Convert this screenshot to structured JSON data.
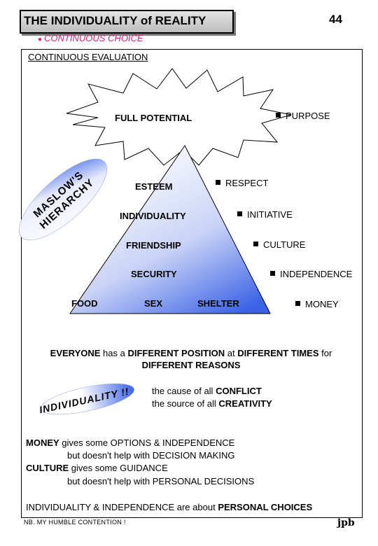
{
  "header": {
    "title": "THE INDIVIDUALITY of REALITY",
    "page_number": "44"
  },
  "subtitle": "CONTINUOUS CHOICE",
  "section_label": "CONTINUOUS EVALUATION",
  "diagram": {
    "burst_label": "FULL POTENTIAL",
    "side_label": "MASLOW'S HIERARCHY",
    "side_label_line1": "MASLOW'S",
    "side_label_line2": "HIERARCHY",
    "pyramid_levels": [
      "ESTEEM",
      "INDIVIDUALITY",
      "FRIENDSHIP",
      "SECURITY"
    ],
    "base_items": [
      "FOOD",
      "SEX",
      "SHELTER"
    ],
    "right_list": [
      "PURPOSE",
      "RESPECT",
      "INITIATIVE",
      "CULTURE",
      "INDEPENDENCE",
      "MONEY"
    ]
  },
  "statement": {
    "w1": "EVERYONE",
    "w2": "has a",
    "w3": "DIFFERENT POSITION",
    "w4": "at",
    "w5": "DIFFERENT TIMES",
    "w6": "for",
    "w7": "DIFFERENT REASONS"
  },
  "individuality_label": "INDIVIDUALITY !!",
  "conflict": {
    "prefix": "the cause of all",
    "bold": "CONFLICT"
  },
  "creativity": {
    "prefix": "the source of all",
    "bold": "CREATIVITY"
  },
  "notes": {
    "money_bold": "MONEY",
    "money_rest": "gives some OPTIONS & INDEPENDENCE",
    "money_but": "but doesn't help with DECISION MAKING",
    "culture_bold": "CULTURE",
    "culture_rest": "gives some GUIDANCE",
    "culture_but": "but doesn't help with PERSONAL DECISIONS"
  },
  "conclusion": {
    "prefix": "INDIVIDUALITY & INDEPENDENCE are about",
    "bold": "PERSONAL CHOICES"
  },
  "footer": {
    "note": "NB.  MY HUMBLE CONTENTION !",
    "initials": "jpb"
  },
  "colors": {
    "subtitle": "#d0237a",
    "pyramid_top": "#ffffff",
    "pyramid_bottom": "#3b63e6",
    "oval_edge": "#3b63e6"
  }
}
